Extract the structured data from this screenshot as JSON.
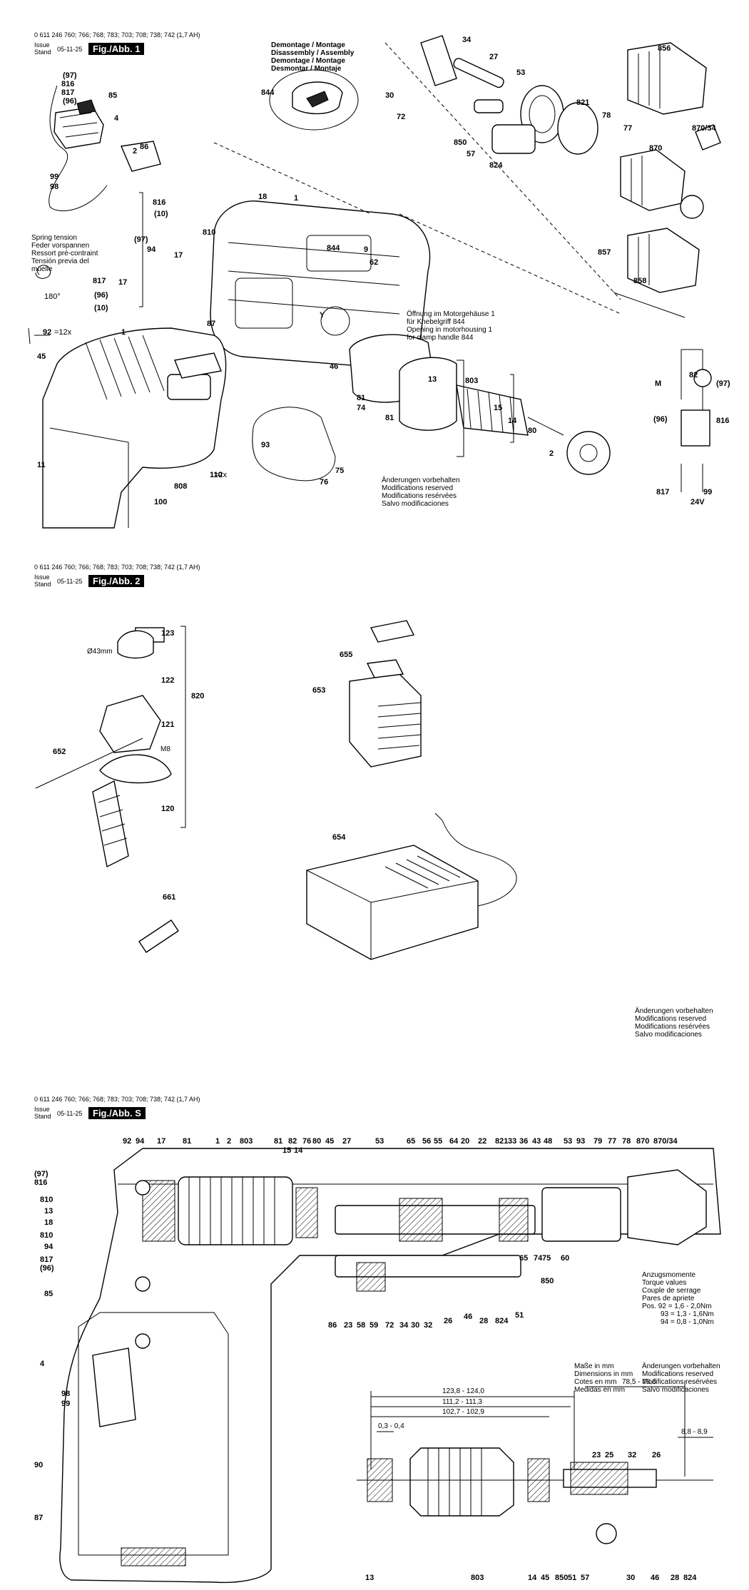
{
  "header_text": "0 611 246 760; 766; 768; 783; 703; 708; 738; 742 (1,7 AH)",
  "issue": {
    "line1": "Issue",
    "line2": "Stand",
    "date": "05-11-25"
  },
  "fig1": {
    "title": "Fig./Abb. 1",
    "demontage": [
      "Demontage / Montage",
      "Disassembly / Assembly",
      "Demontage / Montage",
      "Desmontar / Montaje"
    ],
    "spring": [
      "Spring tension",
      "Feder vorspannen",
      "Ressort pré-contraint",
      "Tensión previa del",
      "muelle"
    ],
    "opening": [
      "Öffnung im Motorgehäuse 1",
      "für Knebelgriff 844",
      "Opening in motorhousing 1",
      "for clamp handle 844"
    ],
    "changes": [
      "Änderungen vorbehalten",
      "Modifications reserved",
      "Modifications resérvées",
      "Salvo modificaciones"
    ],
    "angle": "180°",
    "times12": "=12x",
    "times2": "=2x",
    "voltage": "24V",
    "labels": [
      "(97)",
      "816",
      "817",
      "(96)",
      "85",
      "4",
      "86",
      "2",
      "99",
      "98",
      "34",
      "27",
      "30",
      "72",
      "53",
      "856",
      "844",
      "821",
      "78",
      "77",
      "870/34",
      "870",
      "850",
      "57",
      "824",
      "816",
      "(10)",
      "(97)",
      "94",
      "17",
      "810",
      "18",
      "1",
      "9",
      "62",
      "844",
      "Y",
      "857",
      "858",
      "817",
      "(96)",
      "(10)",
      "17",
      "92",
      "1",
      "87",
      "46",
      "81",
      "13",
      "803",
      "15",
      "14",
      "80",
      "45",
      "11",
      "100",
      "808",
      "110",
      "93",
      "76",
      "75",
      "74",
      "81",
      "2",
      "82",
      "M",
      "(97)",
      "(96)",
      "816",
      "817",
      "99",
      "98"
    ]
  },
  "fig2": {
    "title": "Fig./Abb. 2",
    "changes": [
      "Änderungen vorbehalten",
      "Modifications reserved",
      "Modifications resérvées",
      "Salvo modificaciones"
    ],
    "diameter": "Ø43mm",
    "thread": "M8",
    "labels": [
      "123",
      "122",
      "820",
      "121",
      "652",
      "120",
      "655",
      "653",
      "654",
      "661"
    ]
  },
  "figS": {
    "title": "Fig./Abb. S",
    "torque": [
      "Anzugsmomente",
      "Torque values",
      "Couple de serrage",
      "Pares de apriete",
      "Pos. 92 = 1,6 - 2,0Nm",
      "93 = 1,3 - 1,6Nm",
      "94 = 0,8 - 1,0Nm"
    ],
    "dims": [
      "Maße in mm",
      "Dimensions in mm",
      "Cotes en mm",
      "Medidas en mm"
    ],
    "changes": [
      "Änderungen vorbehalten",
      "Modifications reserved",
      "Modifications resérvées",
      "Salvo modificaciones"
    ],
    "measures": [
      "123,8 - 124,0",
      "111,2 - 111,3",
      "102,7 - 102,9",
      "0,3 - 0,4",
      "78,5 - 78,6",
      "8,8 - 8,9"
    ],
    "top_labels": [
      "92",
      "94",
      "17",
      "81",
      "1",
      "2",
      "803",
      "81",
      "82",
      "76",
      "80",
      "45",
      "27",
      "53",
      "65",
      "56",
      "55",
      "64",
      "20",
      "22",
      "821",
      "33",
      "36",
      "43",
      "48",
      "53",
      "93",
      "79",
      "77",
      "78",
      "870",
      "870/34",
      "15",
      "14"
    ],
    "left_labels": [
      "(97)",
      "816",
      "810",
      "13",
      "18",
      "810",
      "94",
      "817",
      "(96)",
      "85",
      "4",
      "98",
      "99",
      "90",
      "87"
    ],
    "mid_labels": [
      "65",
      "74",
      "75",
      "60",
      "86",
      "23",
      "58",
      "59",
      "72",
      "34",
      "30",
      "32",
      "26",
      "46",
      "28",
      "824",
      "51",
      "850"
    ],
    "bottom_labels": [
      "13",
      "803",
      "14",
      "45",
      "850",
      "51",
      "57",
      "30",
      "46",
      "28",
      "824",
      "23",
      "25",
      "32",
      "26"
    ]
  }
}
